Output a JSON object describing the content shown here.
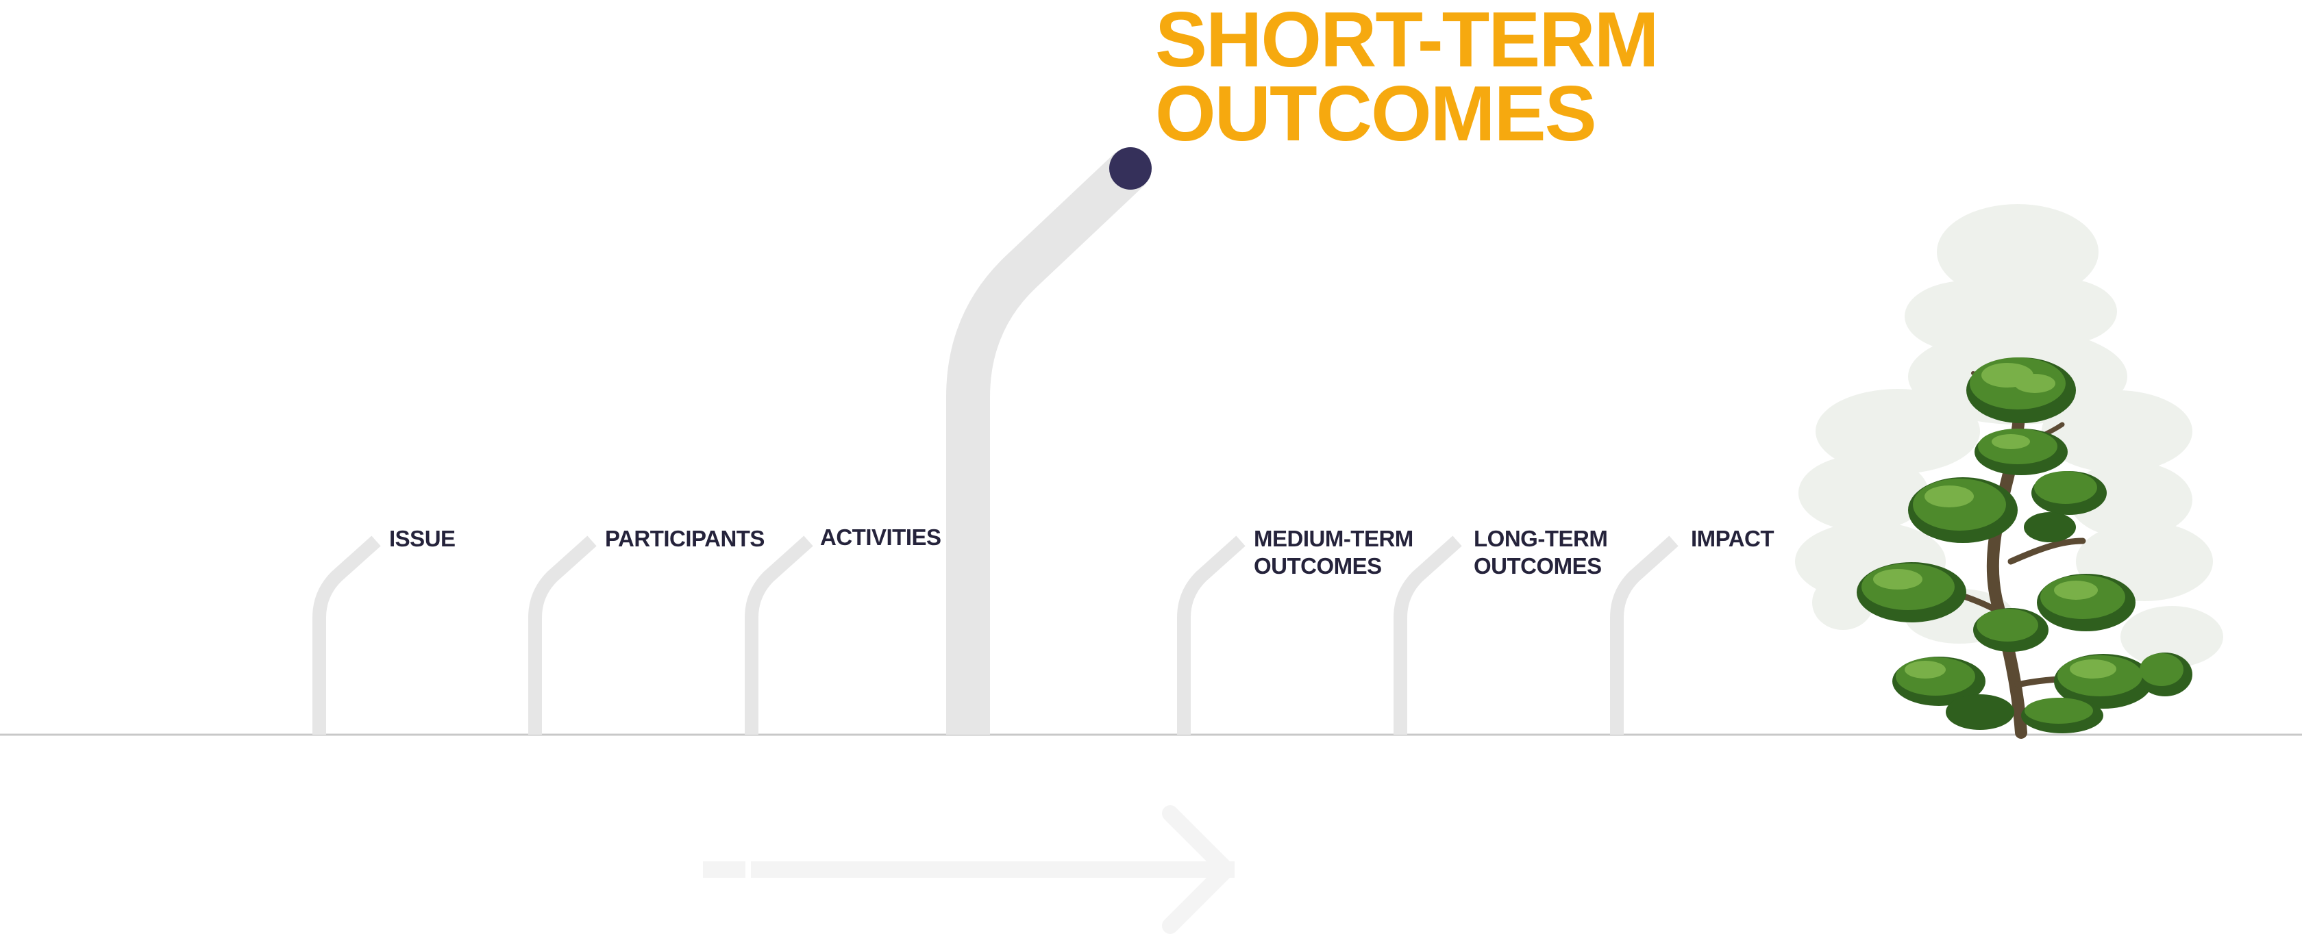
{
  "colors": {
    "accent_title": "#f6a90f",
    "label_text": "#25233b",
    "stem": "#e6e6e6",
    "active_dot": "#35305a",
    "ground": "#c8c8c8",
    "arrow": "#f4f4f4"
  },
  "active_stage": {
    "title_line1": "SHORT-TERM",
    "title_line2": "OUTCOMES"
  },
  "stages": [
    {
      "line1": "ISSUE",
      "line2": ""
    },
    {
      "line1": "PARTICIPANTS",
      "line2": ""
    },
    {
      "line1": "ACTIVITIES",
      "line2": ""
    },
    {
      "line1": "MEDIUM-TERM",
      "line2": "OUTCOMES"
    },
    {
      "line1": "LONG-TERM",
      "line2": "OUTCOMES"
    },
    {
      "line1": "IMPACT",
      "line2": ""
    }
  ],
  "icons": {
    "arrow": "right-arrow-icon",
    "tree": "tree-icon"
  }
}
